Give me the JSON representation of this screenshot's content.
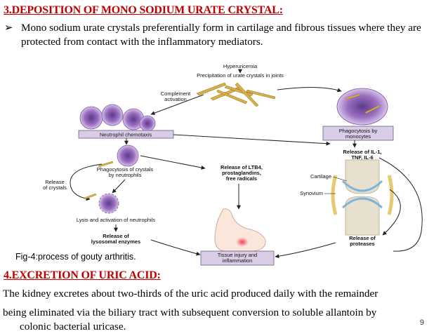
{
  "slide": {
    "heading1": "3.DEPOSITION OF MONO SODIUM URATE CRYSTAL:",
    "bullet_marker": "➢",
    "bullet_text": "Mono sodium urate crystals preferentially form in cartilage and fibrous tissues where they are protected from contact with the inflammatory mediators.",
    "caption": "Fig-4:process of  gouty arthritis.",
    "heading2": "4.EXCRETION OF URIC ACID:",
    "para1": "The kidney excretes about two-thirds of the uric acid produced daily with the remainder",
    "para2_line1": "being eliminated via the biliary tract with subsequent conversion to soluble allantoin by",
    "para2_line2": "colonic bacterial uricase.",
    "page_number": "9"
  },
  "diagram": {
    "hyperuricemia": "Hyperuricemia",
    "precipitation": "Precipitation of urate crystals in joints",
    "complement_l1": "Complement",
    "complement_l2": "activation",
    "neutrophil_chemotaxis": "Neutrophil chemotaxis",
    "phago_mono_l1": "Phagocytosis by",
    "phago_mono_l2": "monocytes",
    "release_il_l1": "Release of IL-1,",
    "release_il_l2": "TNF, IL-6",
    "phago_neut_l1": "Phagocytosis of crystals",
    "phago_neut_l2": "by neutrophils",
    "release_crystals_l1": "Release",
    "release_crystals_l2": "of crystals",
    "release_ltb_l1": "Release of LTB4,",
    "release_ltb_l2": "prostaglandins,",
    "release_ltb_l3": "free radicals",
    "cartilage": "Cartilage",
    "synovium": "Synovium",
    "lysis": "Lysis and activation of neutrophils",
    "release_lyso_l1": "Release of",
    "release_lyso_l2": "lysosomal enzymes",
    "release_prot_l1": "Release of",
    "release_prot_l2": "proteases",
    "tissue_l1": "Tissue injury and",
    "tissue_l2": "inflammation"
  },
  "colors": {
    "heading": "#c00000",
    "box_fill": "#d9cde6",
    "box_stroke": "#6b5a8a",
    "cell": "#9b6fc0",
    "arrow": "#222222"
  }
}
